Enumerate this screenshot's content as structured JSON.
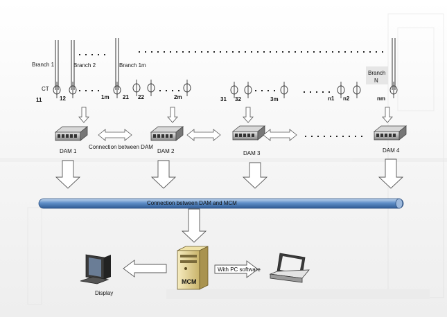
{
  "branches": {
    "branch1": "Branch 1",
    "branch2": "Branch 2",
    "branch1m": "Branch  1m",
    "branchN_line1": "Branch",
    "branchN_line2": "N"
  },
  "ct_label": "CT",
  "ct_numbers": [
    "11",
    "12",
    "1m",
    "21",
    "22",
    "2m",
    "31",
    "32",
    "3m",
    "n1",
    "n2",
    "nm"
  ],
  "dams": [
    "DAM 1",
    "DAM 2",
    "DAM 3",
    "DAM 4"
  ],
  "connection_dam": "Connection between DAM",
  "bus_label": "Connection between DAM and MCM",
  "mcm_label": "MCM",
  "pc_software": "With PC software",
  "display_label": "Display",
  "colors": {
    "bus": "#3f6fa8",
    "bus_light": "#c6d9ef",
    "arrow_fill": "#ffffff",
    "arrow_stroke": "#555555"
  },
  "icons": [
    "current-transformer-icon",
    "dam-module-icon",
    "server-icon",
    "monitor-icon",
    "laptop-icon"
  ]
}
